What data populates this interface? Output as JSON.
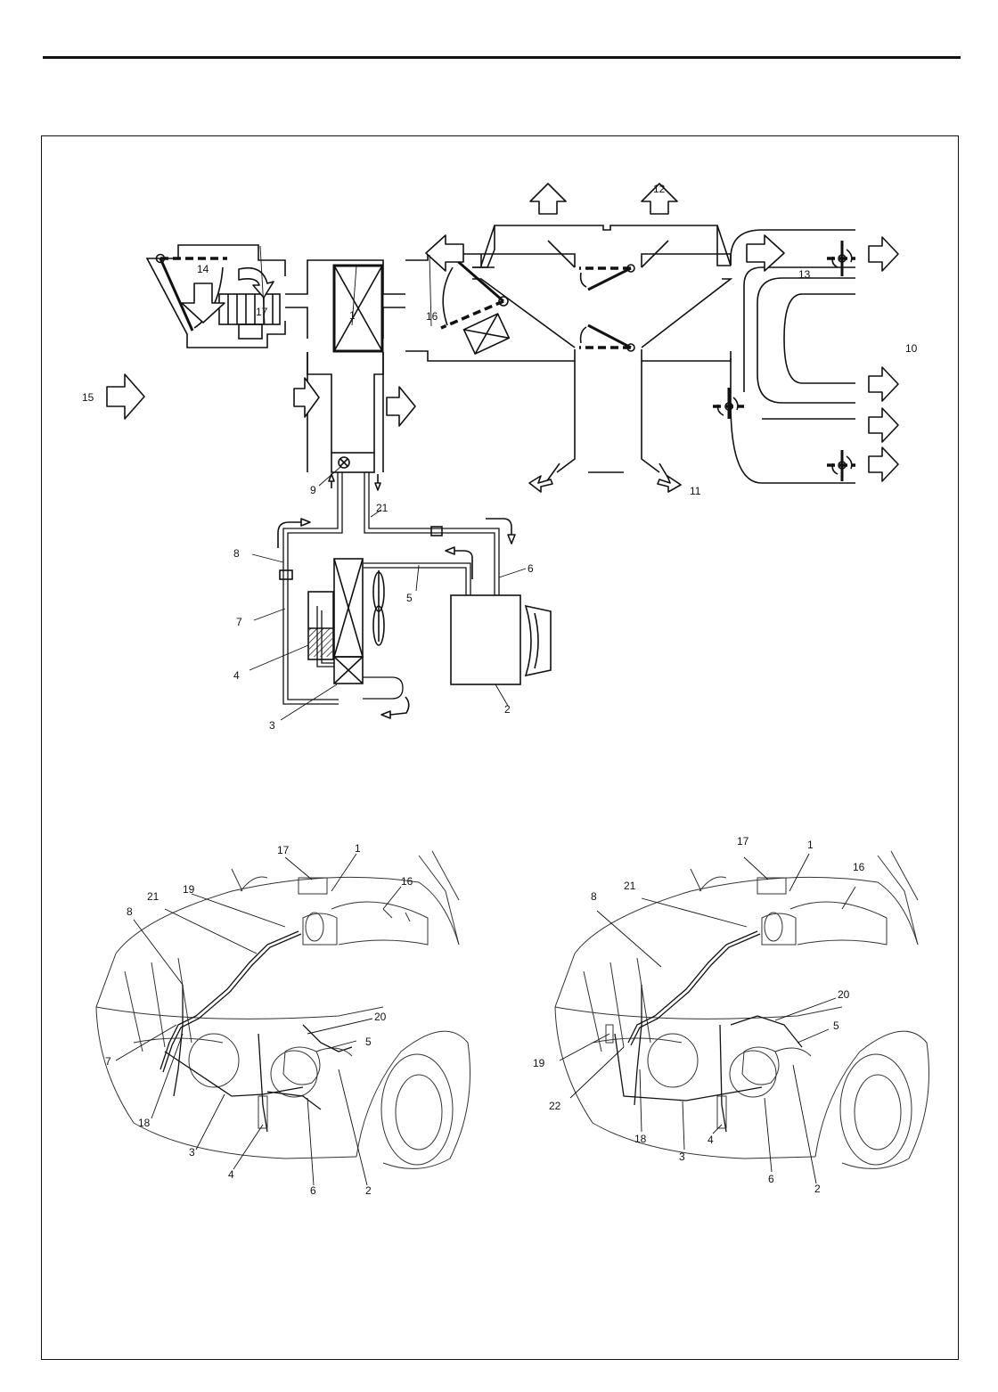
{
  "schematic": {
    "labels": {
      "l1": "1",
      "l2": "2",
      "l3": "3",
      "l4": "4",
      "l5": "5",
      "l6": "6",
      "l7": "7",
      "l8": "8",
      "l9": "9",
      "l10": "10",
      "l11": "11",
      "l12": "12",
      "l13": "13",
      "l14": "14",
      "l15": "15",
      "l16": "16",
      "l17": "17",
      "l21": "21"
    }
  },
  "vehicle_left": {
    "labels": {
      "l17": "17",
      "l1": "1",
      "l19": "19",
      "l16": "16",
      "l21": "21",
      "l8": "8",
      "l20": "20",
      "l5": "5",
      "l7": "7",
      "l18": "18",
      "l3": "3",
      "l4": "4",
      "l6": "6",
      "l2": "2"
    }
  },
  "vehicle_right": {
    "labels": {
      "l17": "17",
      "l1": "1",
      "l21": "21",
      "l16": "16",
      "l8": "8",
      "l20": "20",
      "l5": "5",
      "l19": "19",
      "l22": "22",
      "l18": "18",
      "l3": "3",
      "l4": "4",
      "l6": "6",
      "l2": "2"
    }
  }
}
